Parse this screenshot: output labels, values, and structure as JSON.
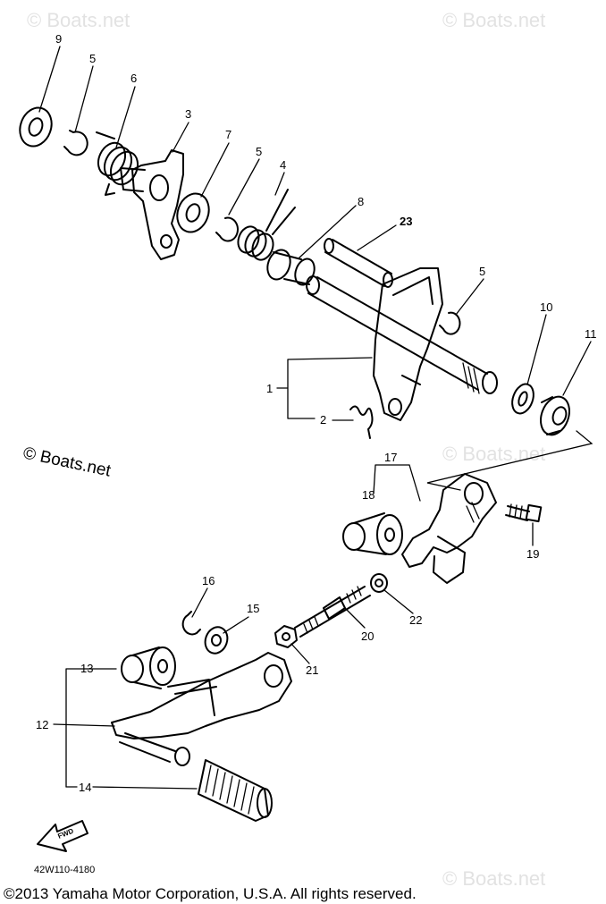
{
  "watermark": "© Boats.net",
  "callouts": {
    "p1": "1",
    "p2": "2",
    "p3": "3",
    "p4": "4",
    "p5a": "5",
    "p5b": "5",
    "p5c": "5",
    "p6": "6",
    "p7": "7",
    "p8": "8",
    "p9": "9",
    "p10": "10",
    "p11": "11",
    "p12": "12",
    "p13": "13",
    "p14": "14",
    "p15": "15",
    "p16": "16",
    "p17": "17",
    "p18": "18",
    "p19": "19",
    "p20": "20",
    "p21": "21",
    "p22": "22",
    "p23": "23"
  },
  "fwd_label": "FWD",
  "diagram_code": "42W110-4180",
  "copyright": "©2013 Yamaha Motor Corporation, U.S.A. All rights reserved."
}
